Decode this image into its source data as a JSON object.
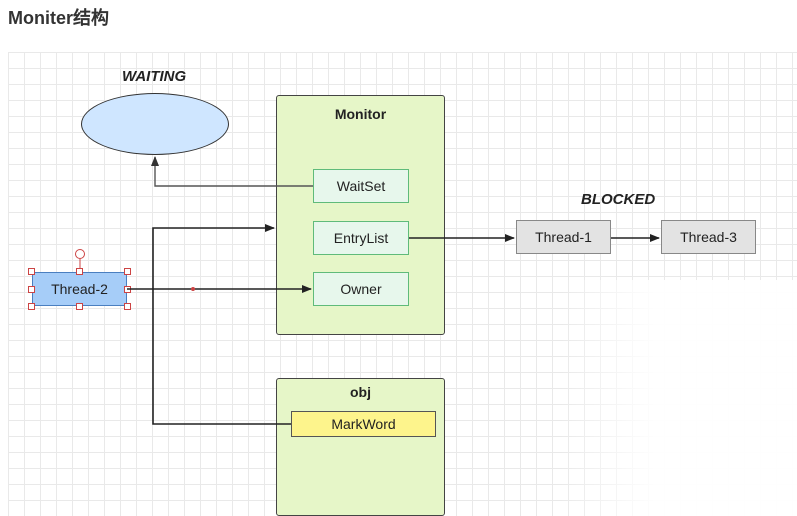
{
  "title": "Moniter结构",
  "diagram": {
    "waiting_label": "WAITING",
    "blocked_label": "BLOCKED",
    "monitor": {
      "title": "Monitor",
      "waitset": "WaitSet",
      "entrylist": "EntryList",
      "owner": "Owner"
    },
    "obj": {
      "title": "obj",
      "markword": "MarkWord"
    },
    "threads": {
      "thread1": "Thread-1",
      "thread2": "Thread-2",
      "thread3": "Thread-3"
    },
    "colors": {
      "monitor_fill": "#e6f6c8",
      "monitor_border": "#444444",
      "waiting_fill": "#cfe6ff",
      "thread2_fill": "#a6cdf8",
      "thread_box_fill": "#e3e3e3",
      "markword_fill": "#fdf48c",
      "inner_box_fill": "#e7f7ec",
      "inner_box_border": "#5fbb7a"
    }
  }
}
